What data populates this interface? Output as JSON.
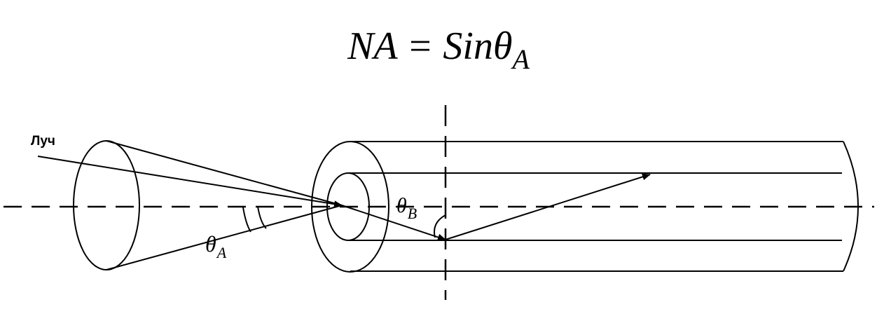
{
  "formula": {
    "lhs": "NA",
    "equals": " = ",
    "func": "Sin",
    "symbol": "θ",
    "subscript": "A"
  },
  "labels": {
    "ray": "Луч",
    "theta_a": {
      "symbol": "θ",
      "subscript": "A"
    },
    "theta_b": {
      "symbol": "θ",
      "subscript": "B"
    }
  },
  "colors": {
    "ink": "#000000",
    "background": "#ffffff"
  }
}
